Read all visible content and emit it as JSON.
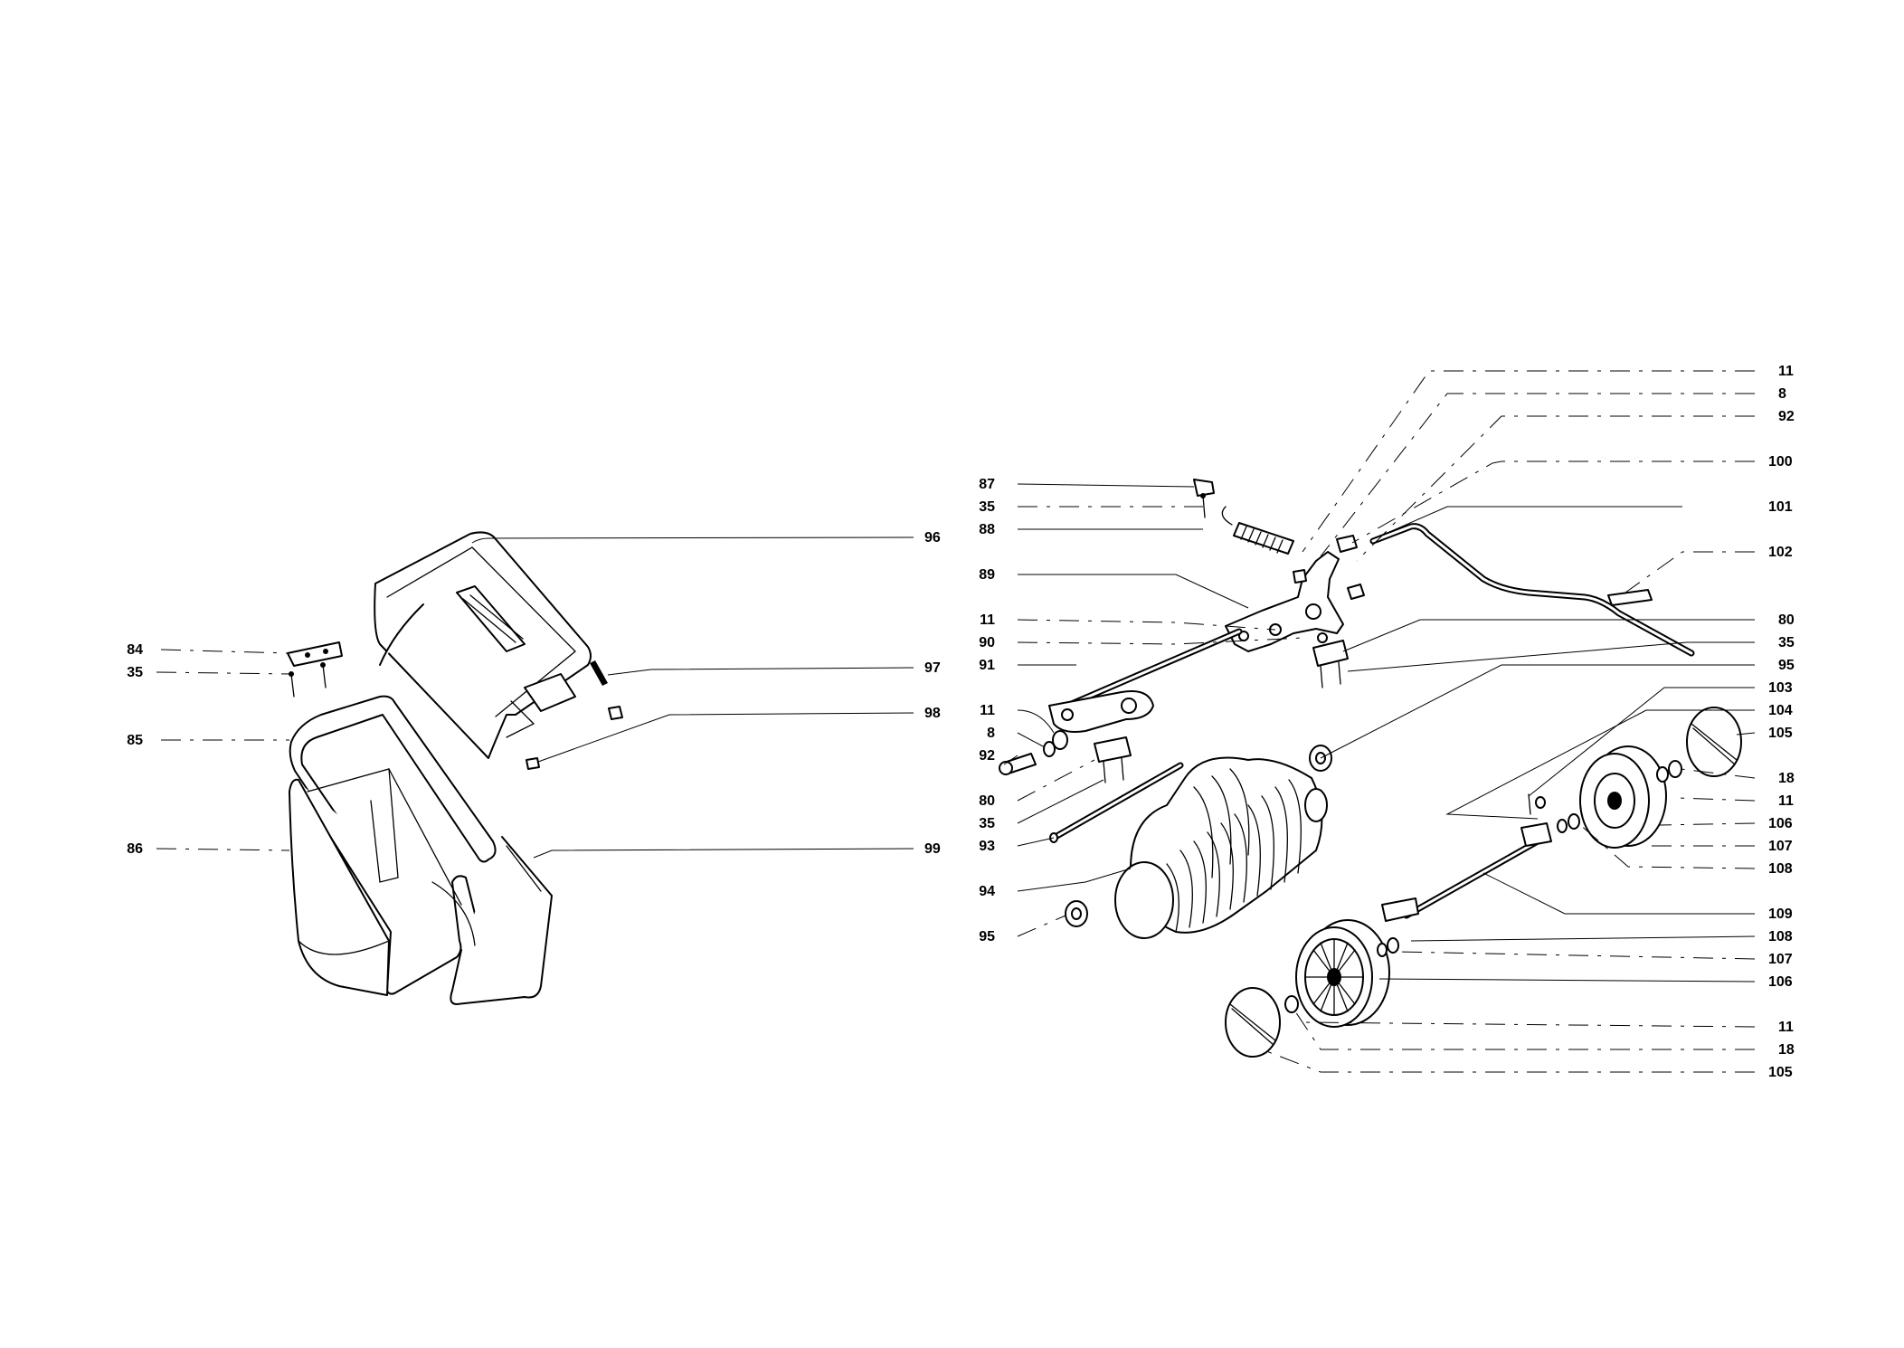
{
  "diagram": {
    "labels_left_group": [
      {
        "id": "84",
        "text": "84"
      },
      {
        "id": "35",
        "text": "35"
      },
      {
        "id": "85",
        "text": "85"
      },
      {
        "id": "86",
        "text": "86"
      },
      {
        "id": "96",
        "text": "96"
      },
      {
        "id": "97",
        "text": "97"
      },
      {
        "id": "98",
        "text": "98"
      },
      {
        "id": "99",
        "text": "99"
      }
    ],
    "labels_middle_column": [
      {
        "id": "87",
        "text": "87"
      },
      {
        "id": "35",
        "text": "35"
      },
      {
        "id": "88",
        "text": "88"
      },
      {
        "id": "89",
        "text": "89"
      },
      {
        "id": "11",
        "text": "11"
      },
      {
        "id": "90",
        "text": "90"
      },
      {
        "id": "91",
        "text": "91"
      },
      {
        "id": "11",
        "text": "11"
      },
      {
        "id": "8",
        "text": "8"
      },
      {
        "id": "92",
        "text": "92"
      },
      {
        "id": "80",
        "text": "80"
      },
      {
        "id": "35",
        "text": "35"
      },
      {
        "id": "93",
        "text": "93"
      },
      {
        "id": "94",
        "text": "94"
      },
      {
        "id": "95",
        "text": "95"
      }
    ],
    "labels_right_column": [
      {
        "id": "11",
        "text": "11"
      },
      {
        "id": "8",
        "text": "8"
      },
      {
        "id": "92",
        "text": "92"
      },
      {
        "id": "100",
        "text": "100"
      },
      {
        "id": "101",
        "text": "101"
      },
      {
        "id": "102",
        "text": "102"
      },
      {
        "id": "80",
        "text": "80"
      },
      {
        "id": "35",
        "text": "35"
      },
      {
        "id": "95",
        "text": "95"
      },
      {
        "id": "103",
        "text": "103"
      },
      {
        "id": "104",
        "text": "104"
      },
      {
        "id": "105",
        "text": "105"
      },
      {
        "id": "18",
        "text": "18"
      },
      {
        "id": "11",
        "text": "11"
      },
      {
        "id": "106",
        "text": "106"
      },
      {
        "id": "107",
        "text": "107"
      },
      {
        "id": "108",
        "text": "108"
      },
      {
        "id": "109",
        "text": "109"
      },
      {
        "id": "108",
        "text": "108"
      },
      {
        "id": "107",
        "text": "107"
      },
      {
        "id": "106",
        "text": "106"
      },
      {
        "id": "11",
        "text": "11"
      },
      {
        "id": "18",
        "text": "18"
      },
      {
        "id": "105",
        "text": "105"
      }
    ]
  }
}
